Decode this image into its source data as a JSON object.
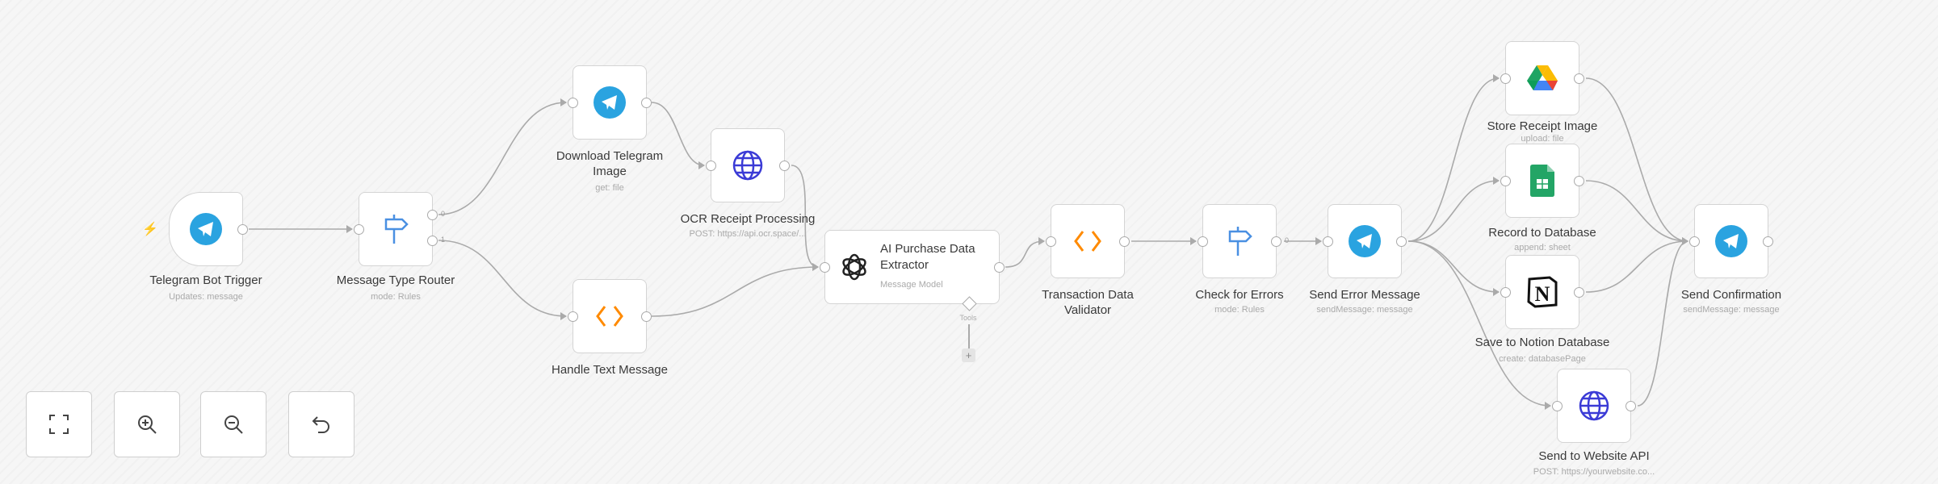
{
  "nodes": {
    "trigger": {
      "label": "Telegram Bot Trigger",
      "sub": "Updates: message",
      "icon": "telegram-icon"
    },
    "router": {
      "label": "Message Type Router",
      "sub": "mode: Rules",
      "icon": "signpost-icon",
      "outputs": [
        "0",
        "1"
      ]
    },
    "download": {
      "label": "Download Telegram Image",
      "sub": "get: file",
      "icon": "telegram-icon"
    },
    "ocr": {
      "label": "OCR Receipt Processing",
      "sub": "POST: https://api.ocr.space/...",
      "icon": "globe-icon"
    },
    "handle": {
      "label": "Handle Text Message",
      "icon": "code-icon"
    },
    "ai": {
      "label": "AI Purchase Data Extractor",
      "sub": "Message Model",
      "icon": "openai-icon",
      "tools_label": "Tools"
    },
    "validator": {
      "label": "Transaction Data Validator",
      "icon": "code-icon"
    },
    "check": {
      "label": "Check for Errors",
      "sub": "mode: Rules",
      "icon": "signpost-icon",
      "outputs": [
        "0"
      ]
    },
    "senderr": {
      "label": "Send Error Message",
      "sub": "sendMessage: message",
      "icon": "telegram-icon"
    },
    "store": {
      "label": "Store Receipt Image",
      "sub": "upload: file",
      "icon": "google-drive-icon"
    },
    "record": {
      "label": "Record to Database",
      "sub": "append: sheet",
      "icon": "google-sheets-icon"
    },
    "notion": {
      "label": "Save to Notion Database",
      "sub": "create: databasePage",
      "icon": "notion-icon"
    },
    "website": {
      "label": "Send to Website API",
      "sub": "POST: https://yourwebsite.co...",
      "icon": "globe-icon"
    },
    "confirm": {
      "label": "Send Confirmation",
      "sub": "sendMessage: message",
      "icon": "telegram-icon"
    }
  },
  "connections": [
    [
      "trigger",
      "router"
    ],
    [
      "router",
      "download"
    ],
    [
      "router",
      "handle"
    ],
    [
      "download",
      "ocr"
    ],
    [
      "ocr",
      "ai"
    ],
    [
      "handle",
      "ai"
    ],
    [
      "ai",
      "validator"
    ],
    [
      "validator",
      "check"
    ],
    [
      "check",
      "senderr"
    ],
    [
      "senderr",
      "store"
    ],
    [
      "senderr",
      "record"
    ],
    [
      "senderr",
      "notion"
    ],
    [
      "senderr",
      "website"
    ],
    [
      "store",
      "confirm"
    ],
    [
      "record",
      "confirm"
    ],
    [
      "notion",
      "confirm"
    ],
    [
      "website",
      "confirm"
    ]
  ],
  "controls": [
    "fit-view",
    "zoom-in",
    "zoom-out",
    "reset"
  ],
  "colors": {
    "telegram": "#2AA3E0",
    "code": "#FF8A00",
    "globe": "#3B3BD6",
    "router": "#4A90E2",
    "trigger_bolt": "#FF5A5A"
  }
}
